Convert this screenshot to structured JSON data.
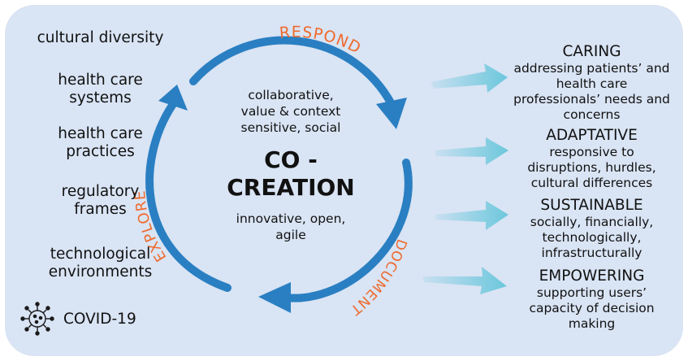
{
  "left_items": [
    "cultural diversity",
    "health care\nsystems",
    "health care\npractices",
    "regulatory\nframes",
    "technological\nenvironments"
  ],
  "covid_label": "COVID-19",
  "cycle": {
    "respond": "RESPOND",
    "document": "DOCUMENT",
    "explore": "EXPLORE",
    "top_text": "collaborative,\nvalue & context\nsensitive, social",
    "main_title": "CO -\nCREATION",
    "bottom_text": "innovative, open,\nagile"
  },
  "outcomes": [
    {
      "title": "CARING",
      "desc": "addressing patients’ and\nhealth care\nprofessionals’ needs and\nconcerns"
    },
    {
      "title": "ADAPTATIVE",
      "desc": "responsive to\ndisruptions, hurdles,\ncultural differences"
    },
    {
      "title": "SUSTAINABLE",
      "desc": "socially, financially,\ntechnologically,\ninfrastructurally"
    },
    {
      "title": "EMPOWERING",
      "desc": "supporting users’\ncapacity of decision\nmaking"
    }
  ],
  "colors": {
    "background": "#d9e4f4",
    "cycle_arrow": "#2a7fc2",
    "arc_label": "#ef6a2e",
    "outcome_arrow": "#6cc7dc"
  }
}
